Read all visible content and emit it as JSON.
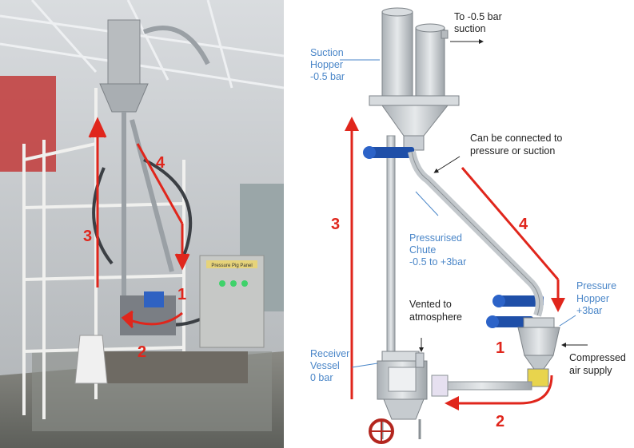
{
  "photo": {
    "sign": "Pressure Pig Panel",
    "arrows": [
      "1",
      "2",
      "3",
      "4"
    ]
  },
  "diagram": {
    "labels": {
      "to_suction": [
        "To -0.5 bar",
        "suction"
      ],
      "suction_hopper": [
        "Suction",
        "Hopper",
        "-0.5 bar"
      ],
      "connect_note": [
        "Can be connected to",
        "pressure or suction"
      ],
      "pressurised_chute": [
        "Pressurised",
        "Chute",
        "-0.5 to +3bar"
      ],
      "pressure_hopper": [
        "Pressure",
        "Hopper",
        "+3bar"
      ],
      "vented": [
        "Vented to",
        "atmosphere"
      ],
      "receiver_vessel": [
        "Receiver",
        "Vessel",
        "0 bar"
      ],
      "compressed_air": [
        "Compressed",
        "air supply"
      ]
    },
    "numbers": [
      "1",
      "2",
      "3",
      "4"
    ]
  },
  "colors": {
    "arrow_red": "#e0261c",
    "label_blue": "#4a86c8",
    "valve_blue": "#1f4fa8",
    "steel": "#c9ced3"
  }
}
